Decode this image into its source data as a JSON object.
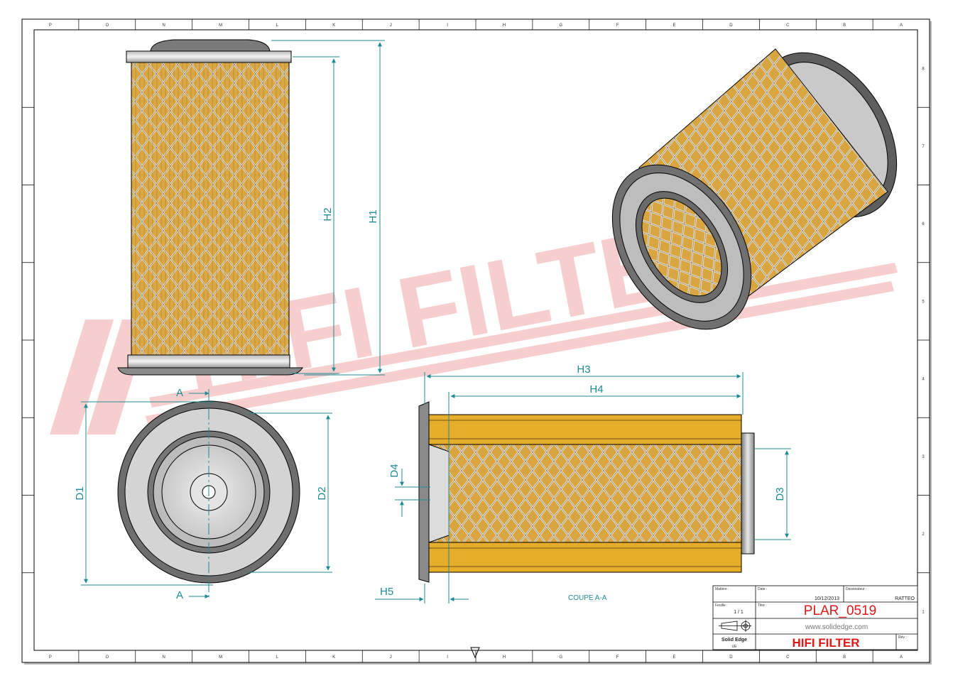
{
  "watermark": "HIFI FILTER",
  "dimensions": {
    "h1": "H1",
    "h2": "H2",
    "h3": "H3",
    "h4": "H4",
    "h5": "H5",
    "d1": "D1",
    "d2": "D2",
    "d3": "D3",
    "d4": "D4"
  },
  "section": {
    "marker": "A",
    "caption": "COUPE A-A"
  },
  "border": {
    "top_letters": [
      "P",
      "O",
      "N",
      "M",
      "L",
      "K",
      "J",
      "I",
      "H",
      "G",
      "F",
      "E",
      "D",
      "C",
      "B",
      "A"
    ],
    "bottom_letters": [
      "P",
      "O",
      "N",
      "M",
      "L",
      "K",
      "J",
      "I",
      "H",
      "G",
      "F",
      "E",
      "D",
      "C",
      "B",
      "A"
    ],
    "right_numbers": [
      "8",
      "7",
      "6",
      "5",
      "4",
      "3",
      "2",
      "1"
    ]
  },
  "title_block": {
    "matiere_label": "Matière :",
    "date_label": "Date :",
    "date": "10/12/2013",
    "dessinateur_label": "Dessinateur :",
    "dessinateur": "RATTEO",
    "feuille_label": "Feuille :",
    "feuille": "1 / 1",
    "titre_label": "Titre :",
    "titre": "PLAR_0519",
    "website": "www.solidedge.com",
    "software": "Solid Edge",
    "software_sub": "UE",
    "company": "HIFI FILTER",
    "rev_label": "Rév :"
  }
}
